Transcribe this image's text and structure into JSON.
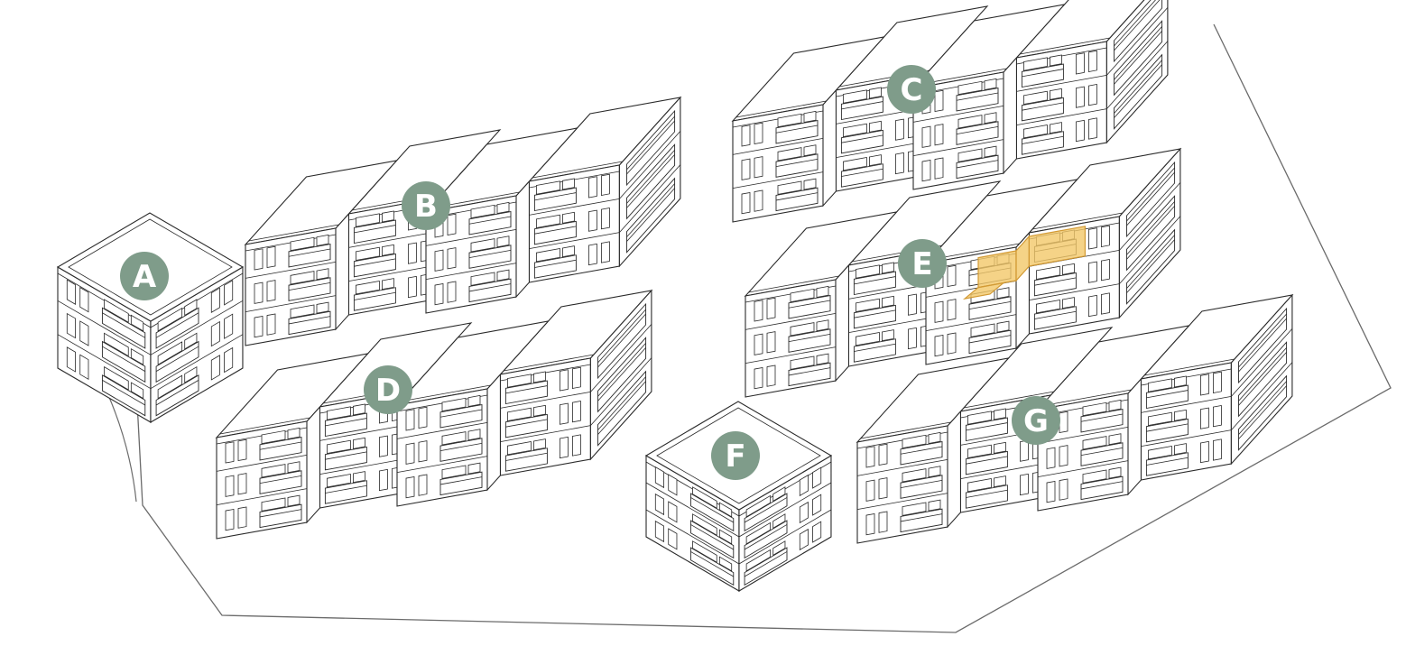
{
  "site": {
    "buildings": [
      {
        "id": "a",
        "label": "A",
        "type": "small"
      },
      {
        "id": "b",
        "label": "B",
        "type": "long"
      },
      {
        "id": "c",
        "label": "C",
        "type": "long"
      },
      {
        "id": "d",
        "label": "D",
        "type": "long"
      },
      {
        "id": "e",
        "label": "E",
        "type": "long",
        "has_highlighted_unit": true
      },
      {
        "id": "f",
        "label": "F",
        "type": "small"
      },
      {
        "id": "g",
        "label": "G",
        "type": "long"
      }
    ]
  },
  "highlight": {
    "building_label": "E",
    "fill": "#f3c869",
    "stroke": "#d29a35",
    "opacity": 0.8
  },
  "colors": {
    "badge": "#7f9c8a",
    "badge_text": "#ffffff",
    "line": "#2a2a2a",
    "building_fill": "#ffffff",
    "boundary": "#6b6b6b",
    "background": "#ffffff"
  }
}
